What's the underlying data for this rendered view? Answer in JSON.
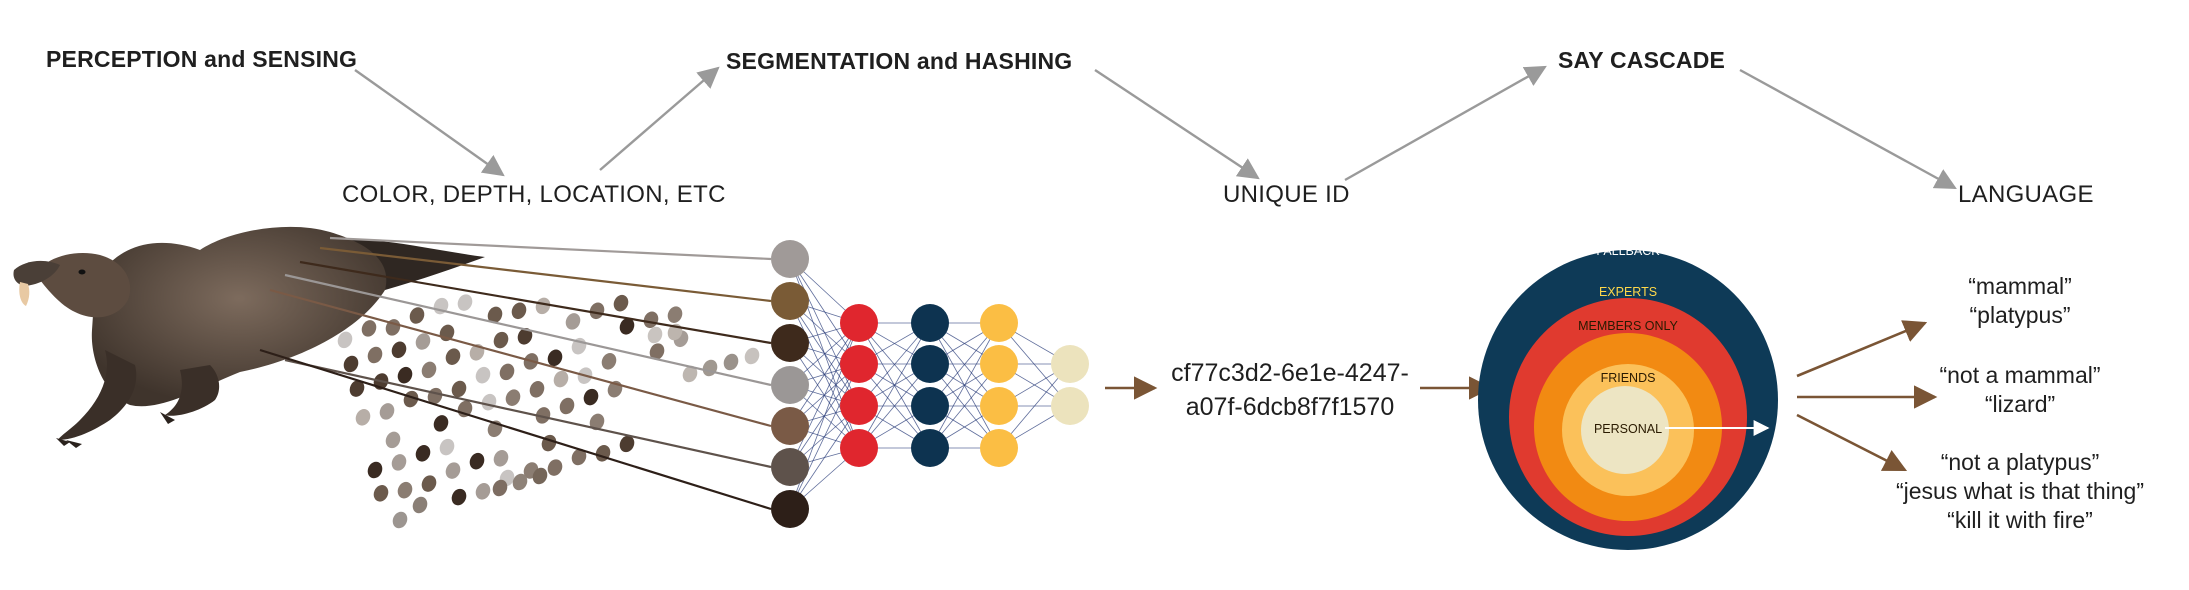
{
  "stages": {
    "perception": "PERCEPTION and SENSING",
    "segmentation": "SEGMENTATION and HASHING",
    "say_cascade": "SAY CASCADE"
  },
  "outputs": {
    "features": "COLOR, DEPTH, LOCATION, ETC",
    "unique_id": "UNIQUE ID",
    "language": "LANGUAGE"
  },
  "hash": {
    "line1": "cf77c3d2-6e1e-4247-",
    "line2": "a07f-6dcb8f7f1570"
  },
  "cascade_rings": [
    {
      "label": "FALLBACK",
      "color": "#0e3a57",
      "text_color": "#ffffff"
    },
    {
      "label": "EXPERTS",
      "color": "#e03a2f",
      "text_color": "#ffd84a"
    },
    {
      "label": "MEMBERS ONLY",
      "color": "#f28a12",
      "text_color": "#2a1a00"
    },
    {
      "label": "FRIENDS",
      "color": "#fbc15a",
      "text_color": "#2a1a00"
    },
    {
      "label": "PERSONAL",
      "color": "#ede5c3",
      "text_color": "#2a1a00"
    }
  ],
  "responses": {
    "group1": [
      "“mammal”",
      "“platypus”"
    ],
    "group2": [
      "“not a mammal”",
      "“lizard”"
    ],
    "group3": [
      "“not a platypus”",
      "“jesus what is that thing”",
      "“kill it with fire”"
    ]
  },
  "network_colors": {
    "input": [
      "#a09a98",
      "#7a5b36",
      "#3e2a1c",
      "#9b9796",
      "#7a5a46",
      "#5e524b",
      "#2d1f18"
    ],
    "layer1": "#e0262e",
    "layer2": "#0d3350",
    "layer3": "#fbbe44",
    "output": "#ece3bd"
  },
  "arrow_colors": {
    "gray": "#9a9a9a",
    "brown": "#7a5535"
  }
}
